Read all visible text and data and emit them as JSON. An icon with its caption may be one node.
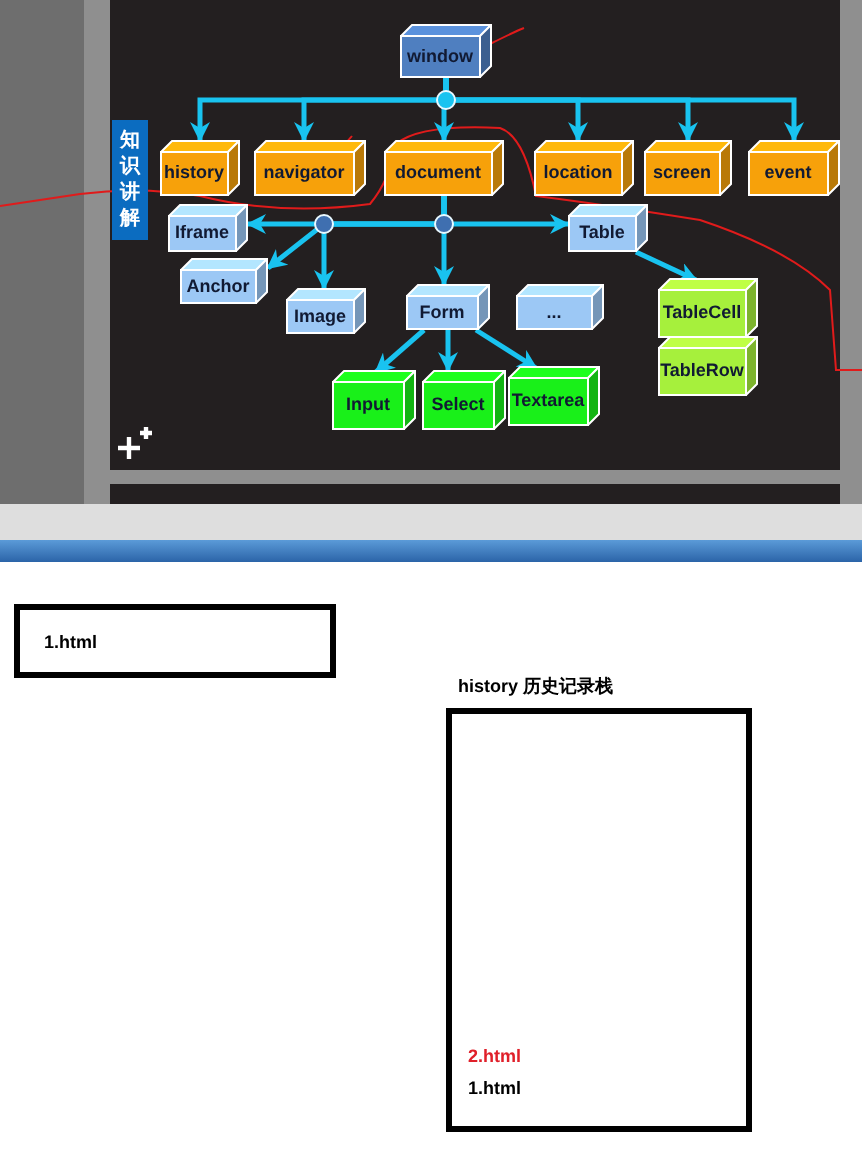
{
  "diagram": {
    "nodes": [
      {
        "text": [
          "window"
        ]
      },
      {
        "text": [
          "history"
        ]
      },
      {
        "text": [
          "navigator"
        ]
      },
      {
        "text": [
          "document"
        ]
      },
      {
        "text": [
          "location"
        ]
      },
      {
        "text": [
          "screen"
        ]
      },
      {
        "text": [
          "event"
        ]
      },
      {
        "text": [
          "Iframe"
        ]
      },
      {
        "text": [
          "Anchor"
        ]
      },
      {
        "text": [
          "Image"
        ]
      },
      {
        "text": [
          "Form"
        ]
      },
      {
        "text": [
          "..."
        ]
      },
      {
        "text": [
          "Table"
        ]
      },
      {
        "text": [
          "Input"
        ]
      },
      {
        "text": [
          "Select"
        ]
      },
      {
        "text": [
          "Textarea"
        ]
      },
      {
        "text": [
          "TableCell"
        ]
      },
      {
        "text": [
          "TableRow"
        ]
      },
      {
        "text": [
          "知识讲解"
        ]
      },
      {
        "text": [
          "1.html"
        ]
      },
      {
        "text": [
          "history 历史记录栈",
          "2.html",
          "1.html"
        ]
      }
    ],
    "edges": [
      {
        "from": 0,
        "to": 1,
        "arrow": "to"
      },
      {
        "from": 0,
        "to": 2,
        "arrow": "to"
      },
      {
        "from": 0,
        "to": 3,
        "arrow": "to"
      },
      {
        "from": 0,
        "to": 4,
        "arrow": "to"
      },
      {
        "from": 0,
        "to": 5,
        "arrow": "to"
      },
      {
        "from": 0,
        "to": 6,
        "arrow": "to"
      },
      {
        "from": 3,
        "to": 7,
        "arrow": "to"
      },
      {
        "from": 3,
        "to": 8,
        "arrow": "to"
      },
      {
        "from": 3,
        "to": 9,
        "arrow": "to"
      },
      {
        "from": 3,
        "to": 10,
        "arrow": "to"
      },
      {
        "from": 3,
        "to": 12,
        "arrow": "to"
      },
      {
        "from": 12,
        "to": 16,
        "arrow": "to"
      },
      {
        "from": 10,
        "to": 13,
        "arrow": "to"
      },
      {
        "from": 10,
        "to": 14,
        "arrow": "to"
      },
      {
        "from": 10,
        "to": 15,
        "arrow": "to"
      }
    ]
  }
}
